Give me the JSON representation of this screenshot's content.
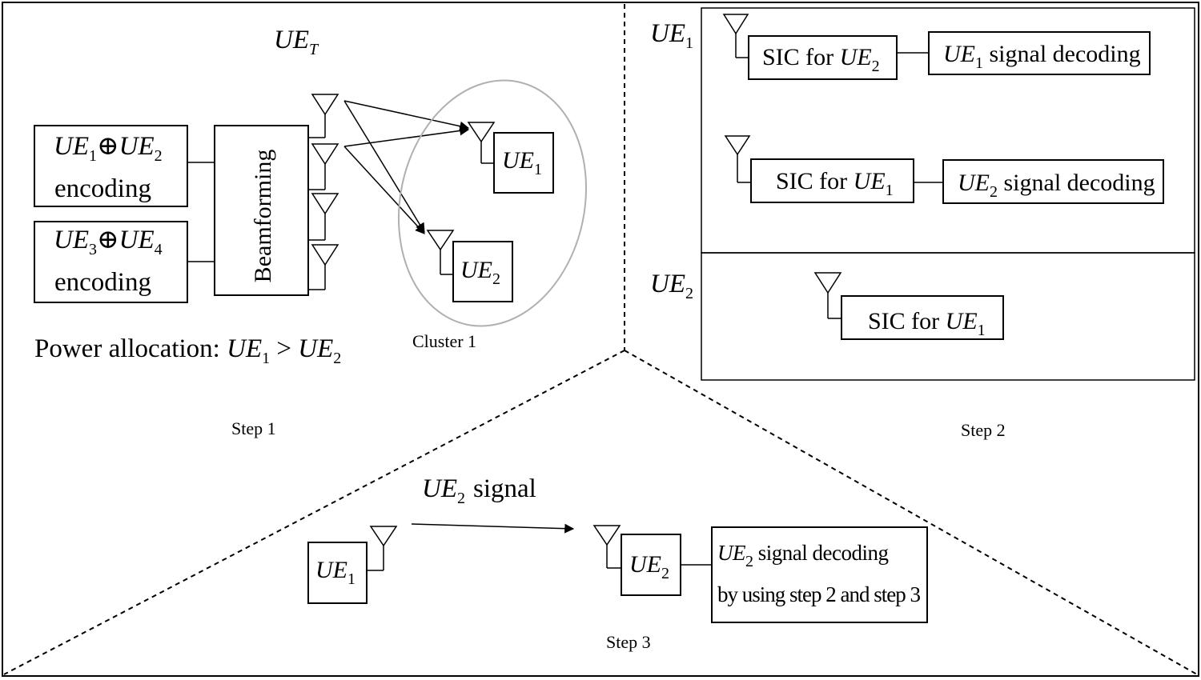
{
  "steps": {
    "step1": "Step 1",
    "step2": "Step 2",
    "step3": "Step 3"
  },
  "transmitter": {
    "label": "UE",
    "sub": "T"
  },
  "encoders": [
    {
      "a": "UE",
      "a_sub": "1",
      "op": "⊕",
      "b": "UE",
      "b_sub": "2",
      "label": "encoding"
    },
    {
      "a": "UE",
      "a_sub": "3",
      "op": "⊕",
      "b": "UE",
      "b_sub": "4",
      "label": "encoding"
    }
  ],
  "beamforming_label": "Beamforming",
  "cluster": {
    "label": "Cluster 1",
    "ue1": {
      "label": "UE",
      "sub": "1"
    },
    "ue2": {
      "label": "UE",
      "sub": "2"
    }
  },
  "power_allocation": {
    "text": "Power allocation: ",
    "a": "UE",
    "a_sub": "1",
    "op": " > ",
    "b": "UE",
    "b_sub": "2"
  },
  "step2": {
    "ue1_label": "UE",
    "ue1_sub": "1",
    "ue2_label": "UE",
    "ue2_sub": "2",
    "sic_ue2": {
      "text": "SIC for ",
      "ue": "UE",
      "sub": "2"
    },
    "ue1_decoding": {
      "ue": "UE",
      "sub": "1",
      "text": " signal decoding"
    },
    "sic_ue1": {
      "text": "SIC for ",
      "ue": "UE",
      "sub": "1"
    },
    "ue2_decoding": {
      "ue": "UE",
      "sub": "2",
      "text": " signal decoding"
    },
    "sic_ue1_b": {
      "text": "SIC for ",
      "ue": "UE",
      "sub": "1"
    }
  },
  "step3": {
    "signal": {
      "ue": "UE",
      "sub": "2",
      "text": "signal"
    },
    "ue1": {
      "label": "UE",
      "sub": "1"
    },
    "ue2": {
      "label": "UE",
      "sub": "2"
    },
    "decoding_line1": {
      "ue": "UE",
      "sub": "2",
      "text": " signal decoding"
    },
    "decoding_line2": "by using step 2 and step 3"
  }
}
